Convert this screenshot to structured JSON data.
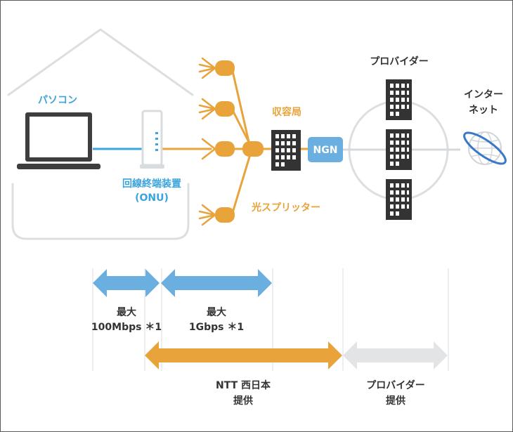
{
  "labels": {
    "pc": "パソコン",
    "onu_line1": "回線終端装置",
    "onu_line2": "(ONU)",
    "splitter": "光スプリッター",
    "office": "収容局",
    "ngn": "NGN",
    "provider_top": "プロバイダー",
    "internet_line1": "インター",
    "internet_line2": "ネット"
  },
  "speeds": {
    "lan_line1": "最大",
    "lan_line2": "100Mbps ＊1",
    "fiber_line1": "最大",
    "fiber_line2": "1Gbps ＊1"
  },
  "ranges": {
    "ntt_line1": "NTT 西日本",
    "ntt_line2": "提供",
    "provider_line1": "プロバイダー",
    "provider_line2": "提供"
  },
  "colors": {
    "blue": "#6aafdf",
    "orange": "#e8a33a",
    "dark": "#333333",
    "gray_line": "#d6d9dc",
    "gray_arrow": "#e2e4e6"
  }
}
